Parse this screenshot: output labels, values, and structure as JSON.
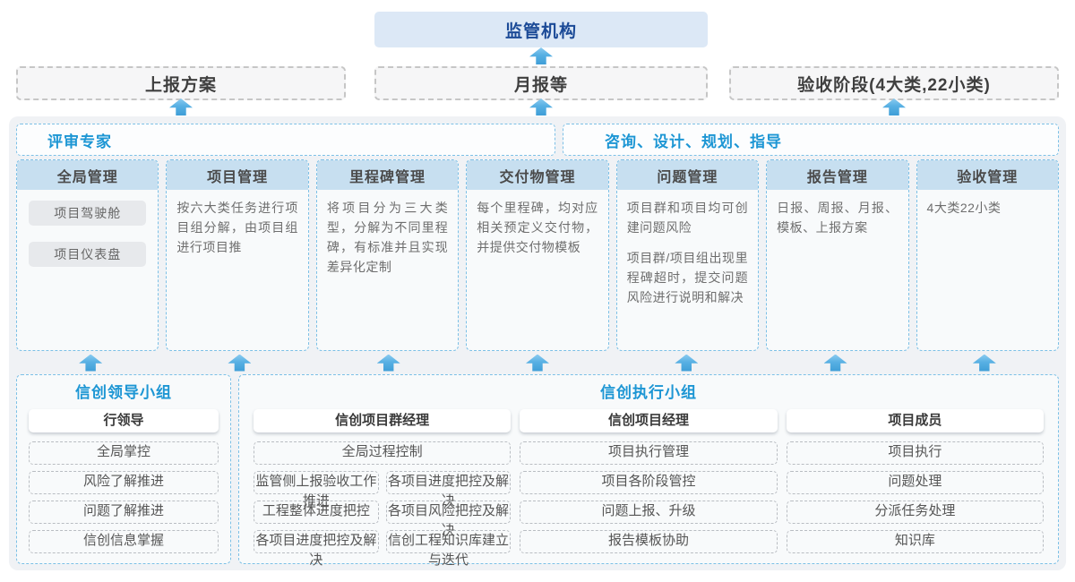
{
  "top": {
    "regulator_label": "监管机构",
    "report_boxes": [
      "上报方案",
      "月报等",
      "验收阶段(4大类,22小类)"
    ]
  },
  "platform": {
    "expert_label": "评审专家",
    "advisory_label": "咨询、设计、规划、指导",
    "modules": [
      {
        "title": "全局管理",
        "pills": [
          "项目驾驶舱",
          "项目仪表盘"
        ]
      },
      {
        "title": "项目管理",
        "paragraphs": [
          "按六大类任务进行项目组分解，由项目组进行项目推"
        ]
      },
      {
        "title": "里程碑管理",
        "paragraphs": [
          "将项目分为三大类型，分解为不同里程碑，有标准并且实现差异化定制"
        ]
      },
      {
        "title": "交付物管理",
        "paragraphs": [
          "每个里程碑，均对应相关预定义交付物，并提供交付物模板"
        ]
      },
      {
        "title": "问题管理",
        "paragraphs": [
          "项目群和项目均可创建问题风险",
          "项目群/项目组出现里程碑超时，提交问题风险进行说明和解决"
        ]
      },
      {
        "title": "报告管理",
        "paragraphs": [
          "日报、周报、月报、模板、上报方案"
        ]
      },
      {
        "title": "验收管理",
        "paragraphs": [
          "4大类22小类"
        ]
      }
    ]
  },
  "teams": {
    "leadership": {
      "title": "信创领导小组",
      "role": "行领导",
      "duties": [
        "全局掌控",
        "风险了解推进",
        "问题了解推进",
        "信创信息掌握"
      ]
    },
    "execution": {
      "title": "信创执行小组",
      "program_manager": {
        "role": "信创项目群经理",
        "top_duty": "全局过程控制",
        "left_duties": [
          "监管侧上报验收工作推进",
          "工程整体进度把控",
          "各项目进度把控及解决"
        ],
        "right_duties": [
          "各项目进度把控及解决",
          "各项目风险把控及解决",
          "信创工程知识库建立与迭代"
        ]
      },
      "project_manager": {
        "role": "信创项目经理",
        "duties": [
          "项目执行管理",
          "项目各阶段管控",
          "问题上报、升级",
          "报告模板协助"
        ]
      },
      "member": {
        "role": "项目成员",
        "duties": [
          "项目执行",
          "问题处理",
          "分派任务处理",
          "知识库"
        ]
      }
    }
  },
  "colors": {
    "accent_blue": "#1d96d4",
    "navy_title": "#1b4a97",
    "regulator_bg": "#dce8f6",
    "module_header_bg": "#c7dff0",
    "dashed_blue_border": "#7cc0e6",
    "arrow_blue": "#57b0e3",
    "container_bg": "#f0f2f5"
  }
}
